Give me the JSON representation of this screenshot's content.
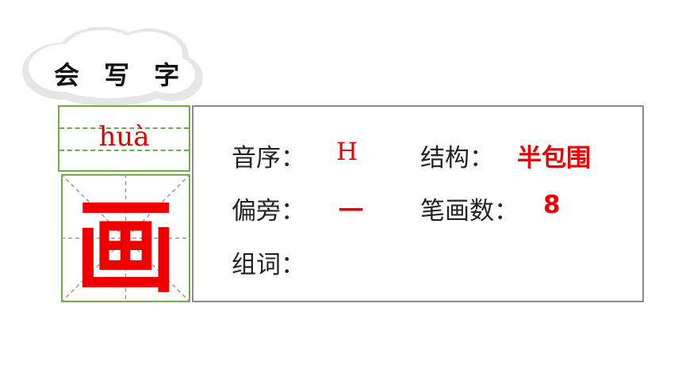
{
  "title": "会 写 字",
  "pinyin": "huà",
  "character": "画",
  "fields": {
    "yinxu_label": "音序：",
    "yinxu_value": "H",
    "jiegou_label": "结构：",
    "jiegou_value": "半包围",
    "pianpang_label": "偏旁：",
    "pianpang_value": "一",
    "bihuashu_label": "笔画数：",
    "bihuashu_value": "8",
    "zuci_label": "组词："
  },
  "colors": {
    "accent": "#ee0000",
    "grid_green": "#70ad47",
    "border_gray": "#8c8c8c"
  }
}
